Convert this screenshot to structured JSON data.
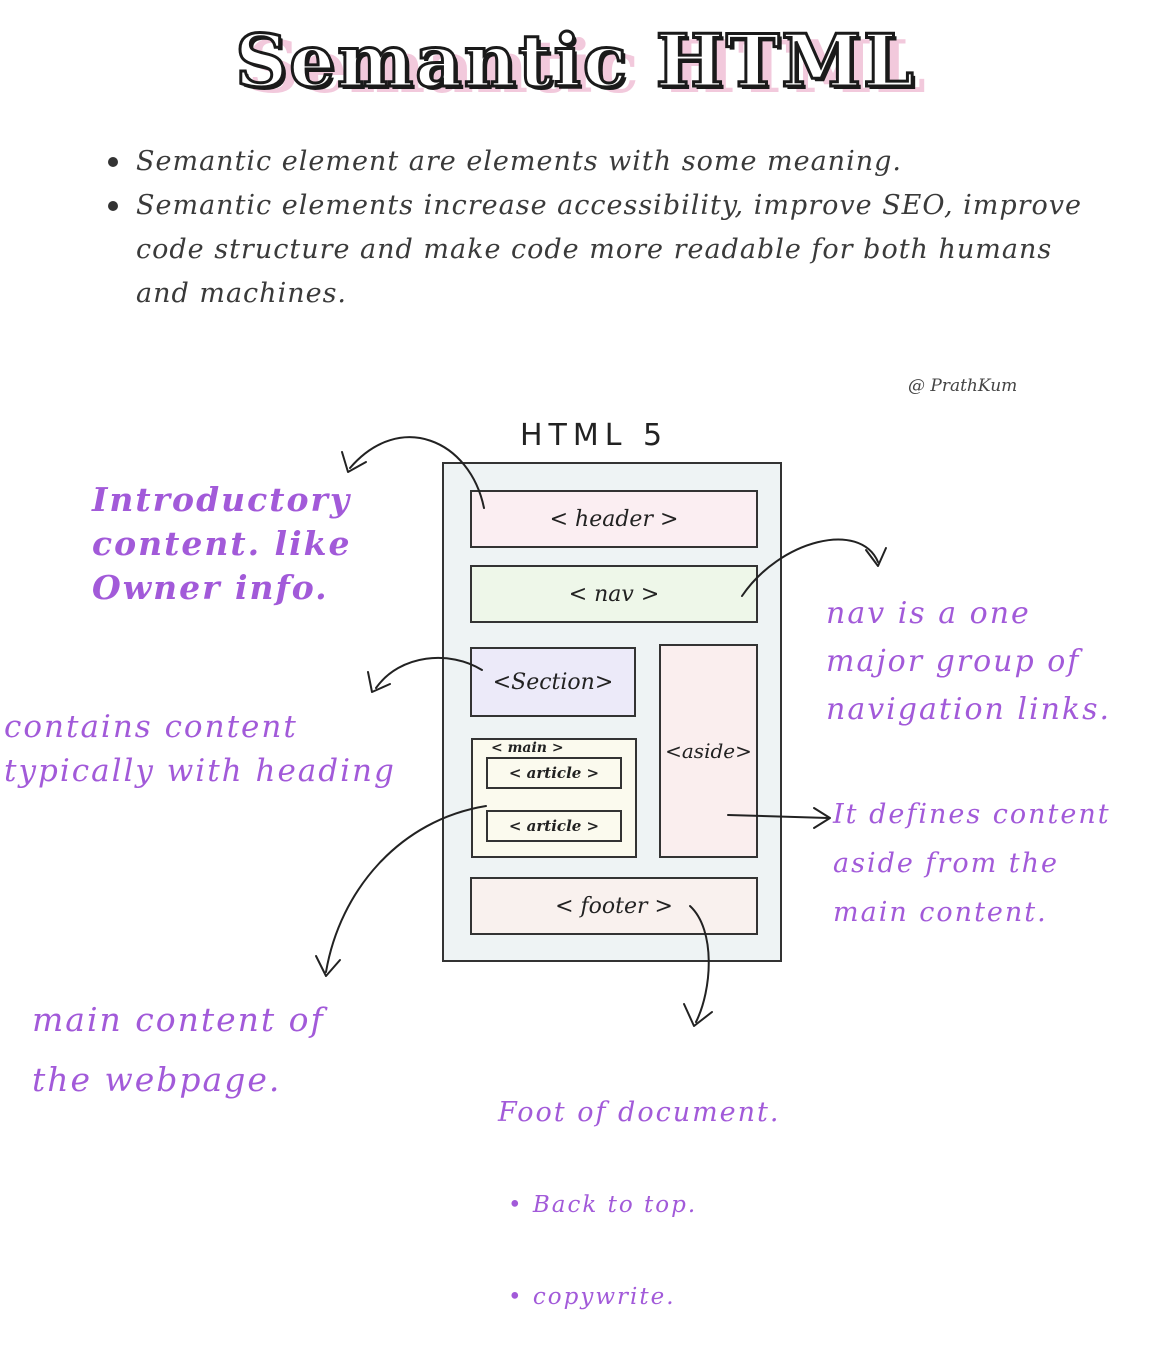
{
  "title": "Semantic HTML",
  "notes": [
    "Semantic element are elements with some meaning.",
    "Semantic elements increase accessibility, improve SEO, improve code structure and make code more readable for both humans and machines."
  ],
  "credit": "@ PrathKum",
  "diagram": {
    "heading": "HTML 5",
    "boxes": {
      "header": "< header >",
      "nav": "< nav >",
      "section": "<Section>",
      "aside": "<aside>",
      "main": "< main >",
      "article_1": "< article >",
      "article_2": "< article >",
      "footer": "< footer >"
    }
  },
  "annotations": {
    "header": "Introductory\ncontent. like\nOwner info.",
    "nav": "nav is a one\nmajor group of\nnavigation links.",
    "section": "contains content\ntypically with heading",
    "aside": "It defines content\naside from the\nmain content.",
    "main": "main content of\nthe webpage.",
    "footer": {
      "title": "Foot of document.",
      "items": [
        "Back to top.",
        "copywrite."
      ]
    }
  },
  "colors": {
    "annotation": "#a25ad9",
    "title_shadow": "#f2c9dc",
    "ink": "#222222"
  }
}
